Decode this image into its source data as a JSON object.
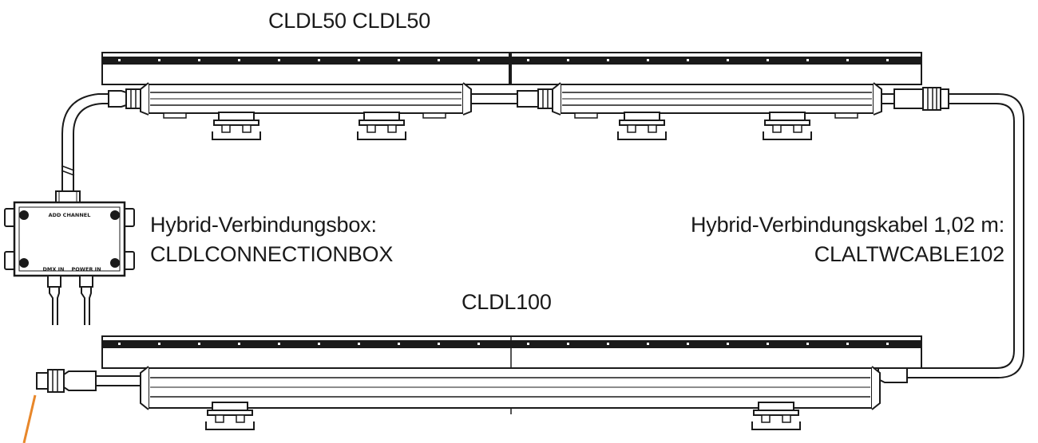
{
  "top_label": "CLDL50 CLDL50",
  "bottom_label": "CLDL100",
  "box": {
    "label_line1": "Hybrid-Verbindungsbox:",
    "label_line2": "CLDLCONNECTIONBOX",
    "port_top": "ADD CHANNEL",
    "port_left": "DMX IN",
    "port_right": "POWER IN"
  },
  "cable": {
    "label_line1": "Hybrid-Verbindungskabel 1,02 m:",
    "label_line2": "CLALTWCABLE102"
  },
  "colors": {
    "line": "#1a1a1a",
    "accent": "#e8872a"
  }
}
